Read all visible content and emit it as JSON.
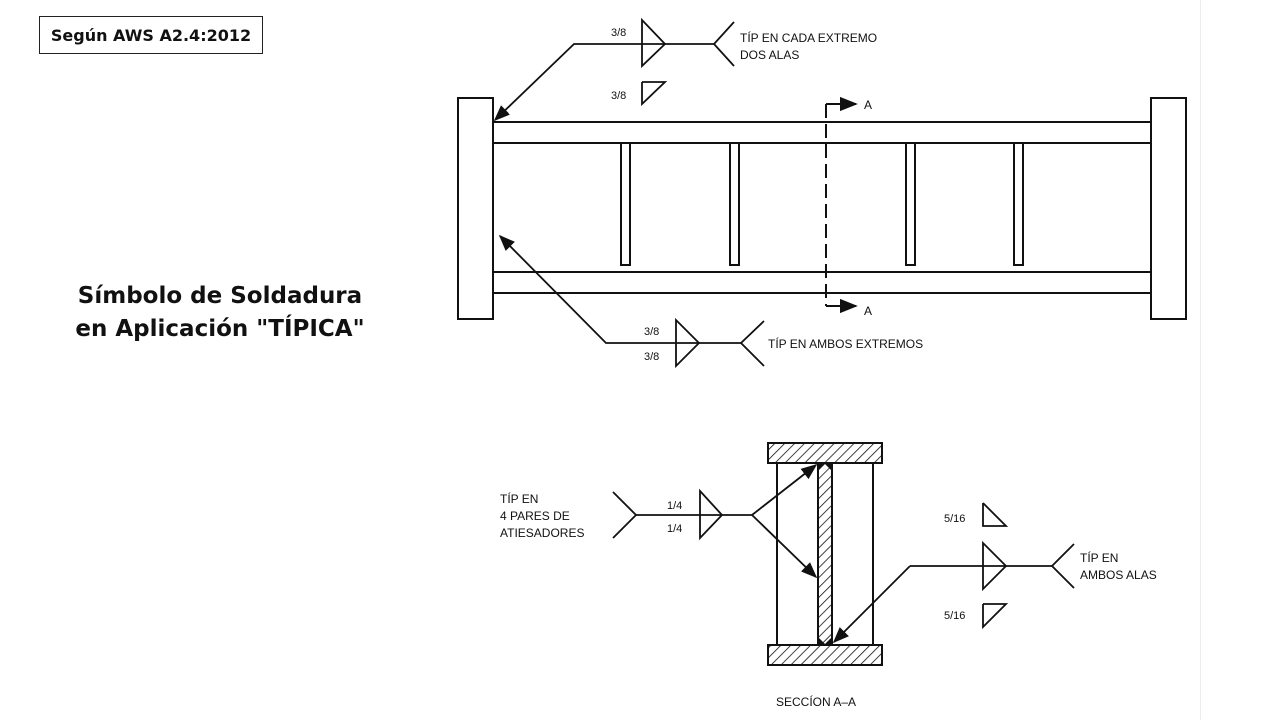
{
  "reference": "Según AWS A2.4:2012",
  "title": {
    "line1": "Símbolo de Soldadura",
    "line2": "en Aplicación \"TÍPICA\""
  },
  "beam": {
    "top_symbol": {
      "size_top": "3/8",
      "size_bottom": "3/8",
      "note_line1": "TÍP EN CADA EXTREMO",
      "note_line2": "DOS ALAS"
    },
    "bottom_symbol": {
      "size_top": "3/8",
      "size_bottom": "3/8",
      "note": "TÍP EN AMBOS EXTREMOS"
    },
    "section_mark_top": "A",
    "section_mark_bottom": "A"
  },
  "section": {
    "left_symbol": {
      "size_top": "1/4",
      "size_bottom": "1/4",
      "note_line1": "TÍP EN",
      "note_line2": "4 PARES DE",
      "note_line3": "ATIESADORES"
    },
    "right_symbol": {
      "size_top": "5/16",
      "size_bottom": "5/16",
      "note_line1": "TÍP EN",
      "note_line2": "AMBOS ALAS"
    },
    "caption": "SECCÍON A–A"
  }
}
